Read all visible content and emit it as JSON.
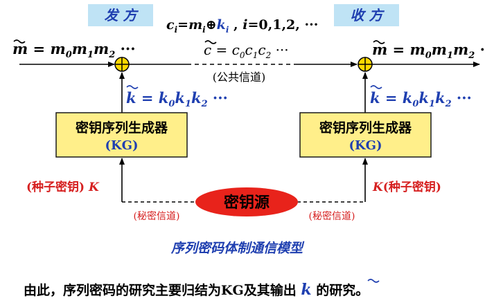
{
  "colors": {
    "label_box": "#bfe3f5",
    "label_text": "#1f3fb0",
    "kg_fill": "#ffef8a",
    "kg_border": "#1a1a1a",
    "key_text": "#1f3fb0",
    "secret_text": "#d62020",
    "ellipse_fill": "#e8231b",
    "caption": "#1f3fb0",
    "line": "#000000"
  },
  "sender_label": "发 方",
  "receiver_label": "收 方",
  "formula": {
    "c": "c",
    "i_sub": "i",
    "eq": "=",
    "m": "m",
    "xor": "⊕",
    "k": "k",
    "tail": " , ",
    "i_var": "i",
    "range": "=0,1,2, ···"
  },
  "plain_left": {
    "lhs": "m",
    "rest": " = m",
    "s0": "0",
    "m1": "m",
    "s1": "1",
    "m2": "m",
    "s2": "2",
    "dots": " ···"
  },
  "cipher": {
    "lhs": "c",
    "rest": " = c",
    "s0": "0",
    "c1": "c",
    "s1": "1",
    "c2": "c",
    "s2": "2",
    "dots": " ···"
  },
  "plain_right": {
    "lhs": "m",
    "rest": " = m",
    "s0": "0",
    "m1": "m",
    "s1": "1",
    "m2": "m",
    "s2": "2",
    "dots": " ···"
  },
  "public_channel": "(公共信道)",
  "keystream_left": {
    "lhs": "k",
    "rest": " = k",
    "s0": "0",
    "k1": "k",
    "s1": "1",
    "k2": "k",
    "s2": "2",
    "dots": " ···"
  },
  "keystream_right": {
    "lhs": "k",
    "rest": " = k",
    "s0": "0",
    "k1": "k",
    "s1": "1",
    "k2": "k",
    "s2": "2",
    "dots": " ···"
  },
  "kg_left": {
    "line1": "密钥序列生成器",
    "line2": "(KG)"
  },
  "kg_right": {
    "line1": "密钥序列生成器",
    "line2": "(KG)"
  },
  "seed_left": {
    "text": "(种子密钥) ",
    "var": "K"
  },
  "seed_right": {
    "var": "K",
    "text": "(种子密钥)"
  },
  "key_source": "密钥源",
  "secret_channel_left": "(秘密信道)",
  "secret_channel_right": "(秘密信道)",
  "caption": "序列密码体制通信模型",
  "conclusion": {
    "before": "由此，序列密码的研究主要归结为KG及其输出 ",
    "var": "k",
    "after": " 的研究。"
  }
}
